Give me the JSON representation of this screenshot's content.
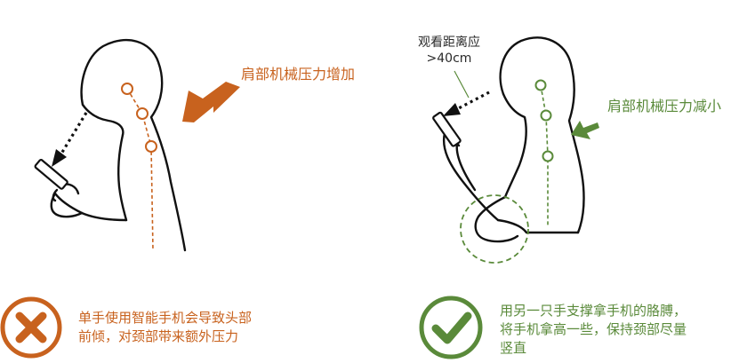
{
  "colors": {
    "bad": "#c8621e",
    "good": "#5a8a3a",
    "ink": "#111111"
  },
  "left_panel": {
    "pressure_label": "肩部机械压力增加",
    "caption_line1": "单手使用智能手机会导致头部",
    "caption_line2": "前倾，对颈部带来额外压力",
    "status_icon": "cross-icon"
  },
  "right_panel": {
    "distance_line1": "观看距离应",
    "distance_line2": ">40cm",
    "pressure_label": "肩部机械压力减小",
    "caption_line1": "用另一只手支撑拿手机的胳膊，",
    "caption_line2": "将手机拿高一些，保持颈部尽量",
    "caption_line3": "竖直",
    "status_icon": "check-icon"
  }
}
